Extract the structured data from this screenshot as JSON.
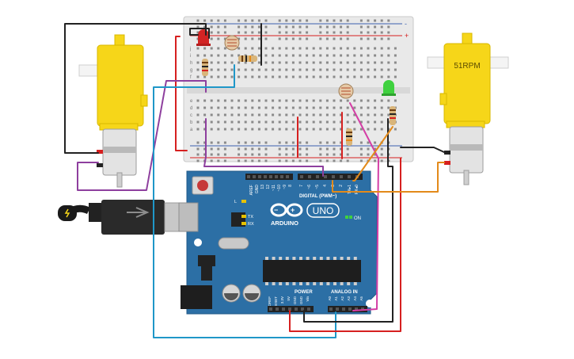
{
  "canvas": {
    "background": "#ffffff"
  },
  "motor_left": {
    "label": ""
  },
  "motor_right": {
    "label": "51RPM"
  },
  "breadboard": {
    "rail_plus": "+",
    "rail_minus": "-",
    "rows_top": [
      "j",
      "i",
      "h",
      "g",
      "f"
    ],
    "rows_bottom": [
      "e",
      "d",
      "c",
      "b",
      "a"
    ]
  },
  "arduino": {
    "model_logo": "UNO",
    "brand": "ARDUINO",
    "digital_header": "DIGITAL (PWM~)",
    "power_header": "POWER",
    "analog_header": "ANALOG IN",
    "on_label": "ON",
    "led_labels": [
      "L",
      "TX",
      "RX"
    ],
    "digital_pins": [
      "AREF",
      "GND",
      "13",
      "12",
      "~11",
      "~10",
      "~9",
      "8",
      "7",
      "~6",
      "~5",
      "4",
      "~3",
      "2",
      "TX▸1",
      "RX◂0"
    ],
    "power_pins": [
      "IOREF",
      "RESET",
      "3.3V",
      "5V",
      "GND",
      "GND",
      "Vin"
    ],
    "analog_pins": [
      "A0",
      "A1",
      "A2",
      "A3",
      "A4",
      "A5"
    ]
  },
  "colors": {
    "board_blue": "#2c6fa5",
    "motor_yellow": "#f6d619",
    "wire_red": "#d62020",
    "wire_black": "#222222",
    "wire_purple": "#8e3f9e",
    "wire_blue": "#1f97c8",
    "wire_orange": "#e38a1a",
    "wire_magenta": "#d43ea5",
    "led_red": "#d22424",
    "led_green": "#3fd13f"
  }
}
